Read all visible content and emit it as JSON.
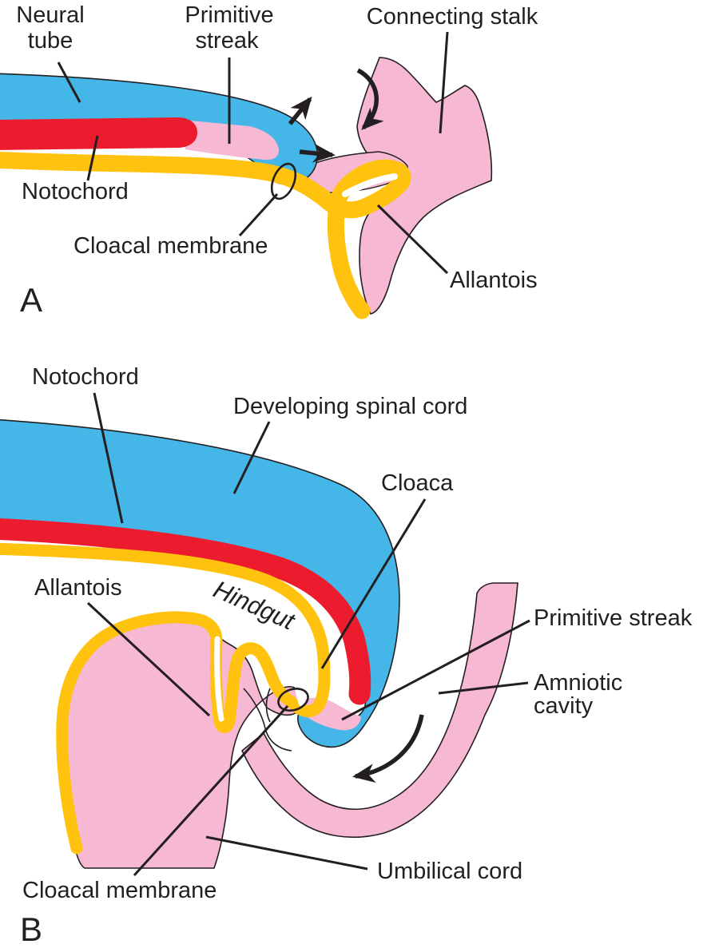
{
  "figure": {
    "type": "embryology-diagram",
    "background": "#ffffff"
  },
  "colors": {
    "blue": "#45B6E8",
    "red": "#EC1C2E",
    "yellow": "#FFC20E",
    "pink": "#F6B8D3",
    "outline": "#231F20",
    "white": "#FFFFFF"
  },
  "panelA": {
    "letter": "A",
    "labels": {
      "neural_tube_line1": "Neural",
      "neural_tube_line2": "tube",
      "primitive_streak_line1": "Primitive",
      "primitive_streak_line2": "streak",
      "connecting_stalk": "Connecting stalk",
      "notochord": "Notochord",
      "cloacal_membrane": "Cloacal membrane",
      "allantois": "Allantois"
    }
  },
  "panelB": {
    "letter": "B",
    "labels": {
      "notochord": "Notochord",
      "developing_spinal_cord": "Developing spinal cord",
      "cloaca": "Cloaca",
      "primitive_streak": "Primitive streak",
      "amniotic_line1": "Amniotic",
      "amniotic_line2": "cavity",
      "allantois": "Allantois",
      "hindgut": "Hindgut",
      "cloacal_membrane": "Cloacal membrane",
      "umbilical_cord": "Umbilical cord"
    }
  }
}
